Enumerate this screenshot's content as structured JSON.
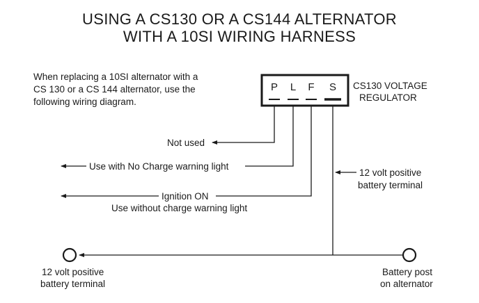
{
  "title": {
    "line1": "USING A CS130 OR A CS144  ALTERNATOR",
    "line2": "WITH A 10SI WIRING HARNESS"
  },
  "intro": {
    "line1": "When replacing a 10SI alternator with a",
    "line2": "CS 130 or a CS 144 alternator, use the",
    "line3": "following wiring diagram."
  },
  "regulator": {
    "label_line1": "CS130 VOLTAGE",
    "label_line2": "REGULATOR",
    "pins": [
      "P",
      "L",
      "F",
      "S"
    ]
  },
  "wires": {
    "p_label": "Not used",
    "l_label": "Use with No Charge warning light",
    "f_label_line1": "Ignition ON",
    "f_label_line2": "Use without charge warning light",
    "s_label_line1": "12 volt positive",
    "s_label_line2": "battery terminal"
  },
  "terminals": {
    "left_line1": "12 volt positive",
    "left_line2": "battery terminal",
    "right_line1": "Battery post",
    "right_line2": "on alternator"
  }
}
